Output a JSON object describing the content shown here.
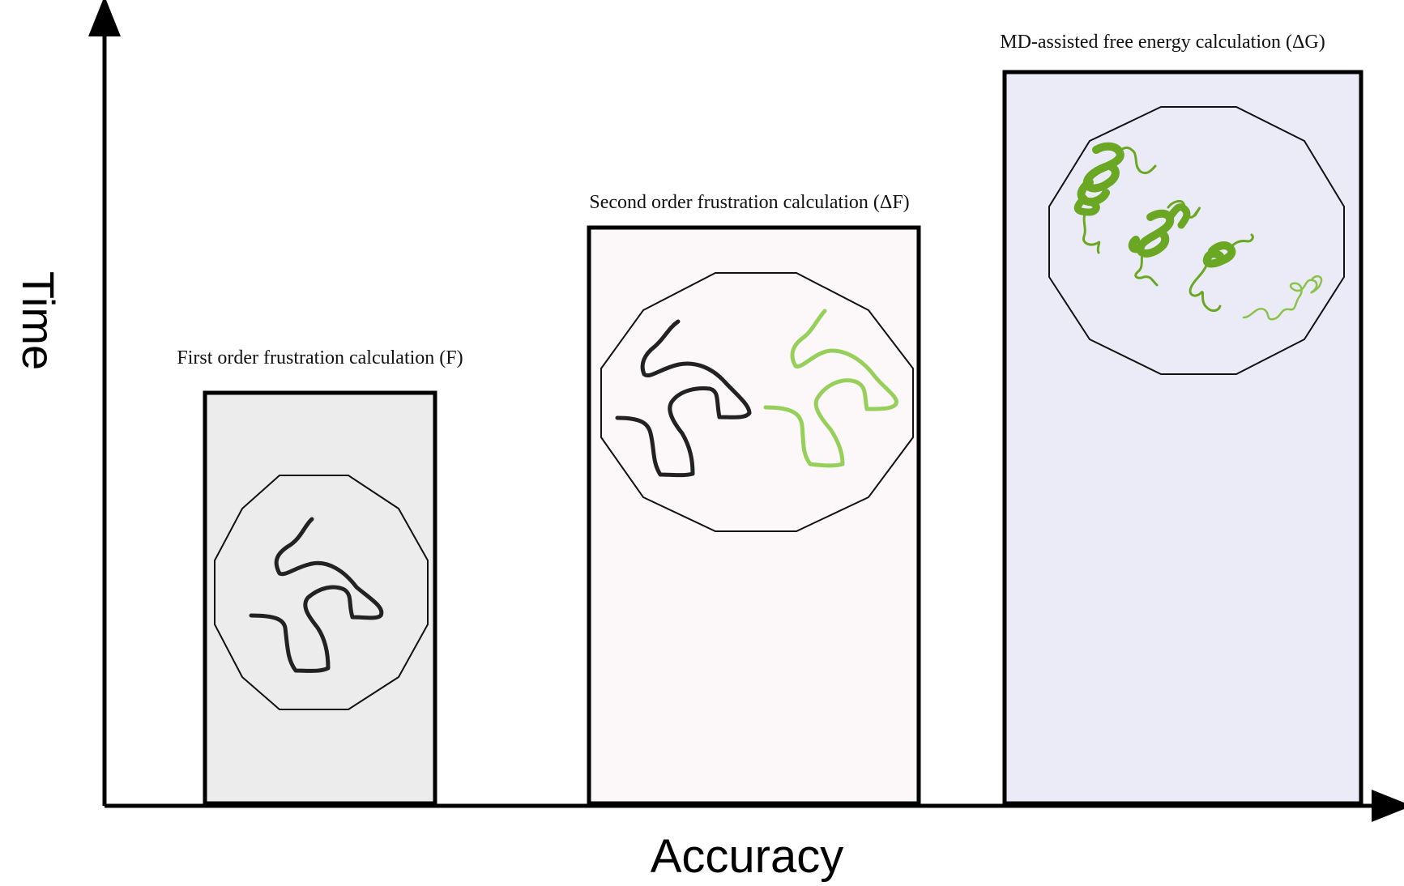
{
  "axes": {
    "x_label": "Accuracy",
    "y_label": "Time"
  },
  "panels": [
    {
      "title": "First order frustration calculation (F)",
      "fill": "#ececec"
    },
    {
      "title": "Second order frustration calculation (ΔF)",
      "fill": "#fcf7f8"
    },
    {
      "title": "MD-assisted free energy calculation (ΔG)",
      "fill": "#ebebf7"
    }
  ],
  "colors": {
    "axis": "#000000",
    "chain_dark": "#222222",
    "chain_light": "#96d05a",
    "helix": "#6aa824",
    "helix_light": "#8bc34a"
  }
}
